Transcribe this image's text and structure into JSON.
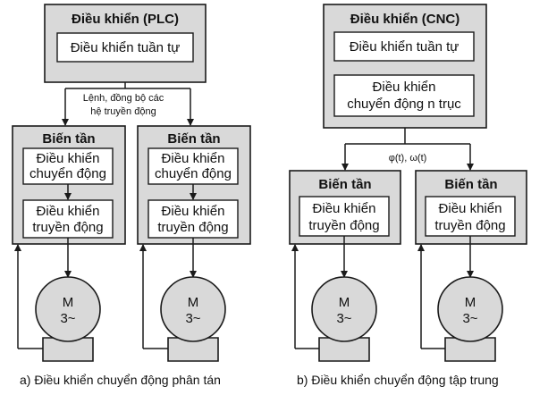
{
  "left": {
    "controller": {
      "title": "Điều khiển (PLC)",
      "inner": "Điều khiển tuần tự"
    },
    "signal": [
      "Lệnh, đồng bộ các",
      "hệ truyền động"
    ],
    "drives": [
      {
        "title": "Biến tần",
        "motion": [
          "Điều khiển",
          "chuyển động"
        ],
        "drive": [
          "Điều khiển",
          "truyền động"
        ]
      },
      {
        "title": "Biến tần",
        "motion": [
          "Điều khiển",
          "chuyển động"
        ],
        "drive": [
          "Điều khiển",
          "truyền động"
        ]
      }
    ],
    "caption": "a) Điều khiển chuyển động phân tán"
  },
  "right": {
    "controller": {
      "title": "Điều khiển (CNC)",
      "inner1": "Điều khiển tuần tự",
      "inner2": [
        "Điều khiển",
        "chuyển động n trục"
      ]
    },
    "signal": "φ(t), ω(t)",
    "drives": [
      {
        "title": "Biến tần",
        "drive": [
          "Điều khiển",
          "truyền động"
        ]
      },
      {
        "title": "Biến tần",
        "drive": [
          "Điều khiển",
          "truyền động"
        ]
      }
    ],
    "caption": "b) Điều khiển chuyển động tập trung"
  },
  "motor": {
    "label": "M",
    "phase": "3~"
  }
}
